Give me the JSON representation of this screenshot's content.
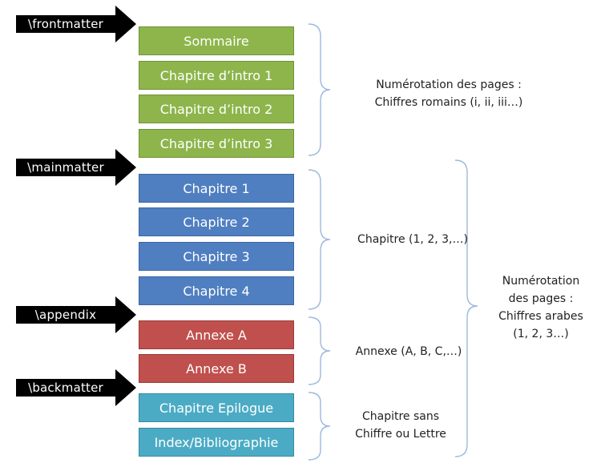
{
  "arrows": {
    "frontmatter": "\\frontmatter",
    "mainmatter": "\\mainmatter",
    "appendix": "\\appendix",
    "backmatter": "\\backmatter"
  },
  "boxes": {
    "sommaire": "Sommaire",
    "intro1": "Chapitre d’intro 1",
    "intro2": "Chapitre d’intro 2",
    "intro3": "Chapitre d’intro 3",
    "chap1": "Chapitre 1",
    "chap2": "Chapitre 2",
    "chap3": "Chapitre 3",
    "chap4": "Chapitre 4",
    "annexeA": "Annexe A",
    "annexeB": "Annexe B",
    "epilogue": "Chapitre Epilogue",
    "index": "Index/Bibliographie"
  },
  "notes": {
    "roman_line1": "Numérotation des pages :",
    "roman_line2": "Chiffres romains (i, ii, iii…)",
    "chapitre": "Chapitre (1, 2, 3,…)",
    "annexe": "Annexe (A, B, C,…)",
    "sans_line1": "Chapitre sans",
    "sans_line2": "Chiffre ou Lettre",
    "arabic_line1": "Numérotation",
    "arabic_line2": "des pages :",
    "arabic_line3": "Chiffres arabes",
    "arabic_line4": "(1, 2, 3…)"
  },
  "colors": {
    "frontmatter": "#8db54b",
    "mainmatter": "#4f7fc1",
    "appendix": "#c0504d",
    "backmatter": "#4babc5",
    "arrow": "#000000",
    "brace": "#9db8dc"
  }
}
